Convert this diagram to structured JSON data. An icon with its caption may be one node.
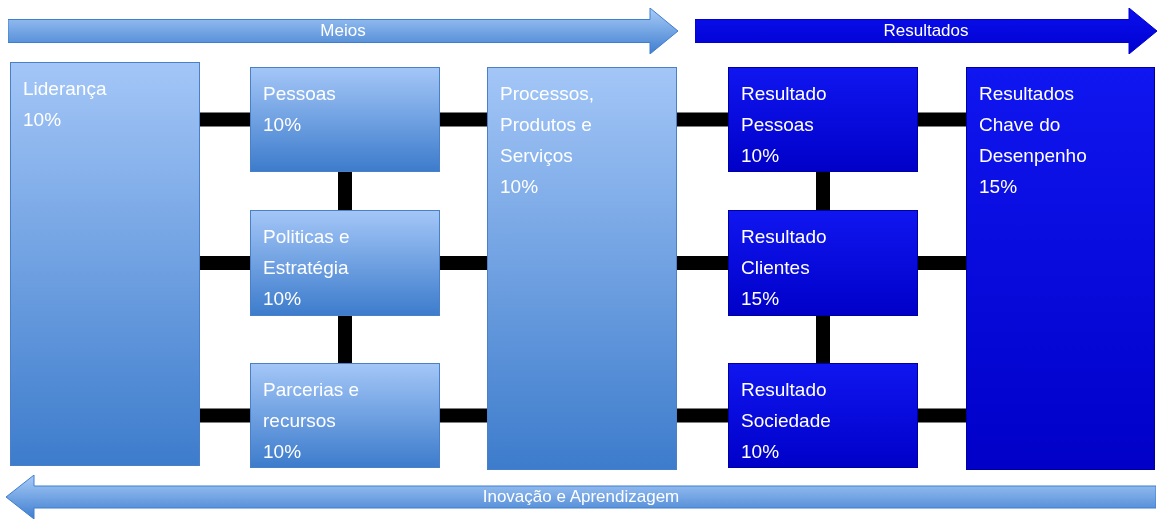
{
  "diagram": {
    "nodes": [
      {
        "text": [
          "Liderança",
          "10%"
        ]
      },
      {
        "text": [
          "Pessoas",
          "10%"
        ]
      },
      {
        "text": [
          "Politicas e Estratégia",
          "10%"
        ]
      },
      {
        "text": [
          "Parcerias e recursos",
          "10%"
        ]
      },
      {
        "text": [
          "Processos, Produtos e Serviços",
          "10%"
        ]
      },
      {
        "text": [
          "Resultado Pessoas",
          "10%"
        ]
      },
      {
        "text": [
          "Resultado Clientes",
          "15%"
        ]
      },
      {
        "text": [
          "Resultado Sociedade",
          "10%"
        ]
      },
      {
        "text": [
          "Resultados Chave do Desenpenho",
          "15%"
        ]
      },
      {
        "text": [
          "Meios"
        ]
      },
      {
        "text": [
          "Resultados"
        ]
      },
      {
        "text": [
          "Inovação e Aprendizagem"
        ]
      }
    ],
    "edges": [
      {
        "from": 0,
        "to": 1,
        "arrow": "none"
      },
      {
        "from": 0,
        "to": 2,
        "arrow": "none"
      },
      {
        "from": 0,
        "to": 3,
        "arrow": "none"
      },
      {
        "from": 1,
        "to": 2,
        "arrow": "none"
      },
      {
        "from": 2,
        "to": 3,
        "arrow": "none"
      },
      {
        "from": 1,
        "to": 4,
        "arrow": "none"
      },
      {
        "from": 2,
        "to": 4,
        "arrow": "none"
      },
      {
        "from": 3,
        "to": 4,
        "arrow": "none"
      },
      {
        "from": 4,
        "to": 5,
        "arrow": "none"
      },
      {
        "from": 4,
        "to": 6,
        "arrow": "none"
      },
      {
        "from": 4,
        "to": 7,
        "arrow": "none"
      },
      {
        "from": 5,
        "to": 6,
        "arrow": "none"
      },
      {
        "from": 6,
        "to": 7,
        "arrow": "none"
      },
      {
        "from": 5,
        "to": 8,
        "arrow": "none"
      },
      {
        "from": 6,
        "to": 8,
        "arrow": "none"
      },
      {
        "from": 7,
        "to": 8,
        "arrow": "none"
      }
    ]
  }
}
